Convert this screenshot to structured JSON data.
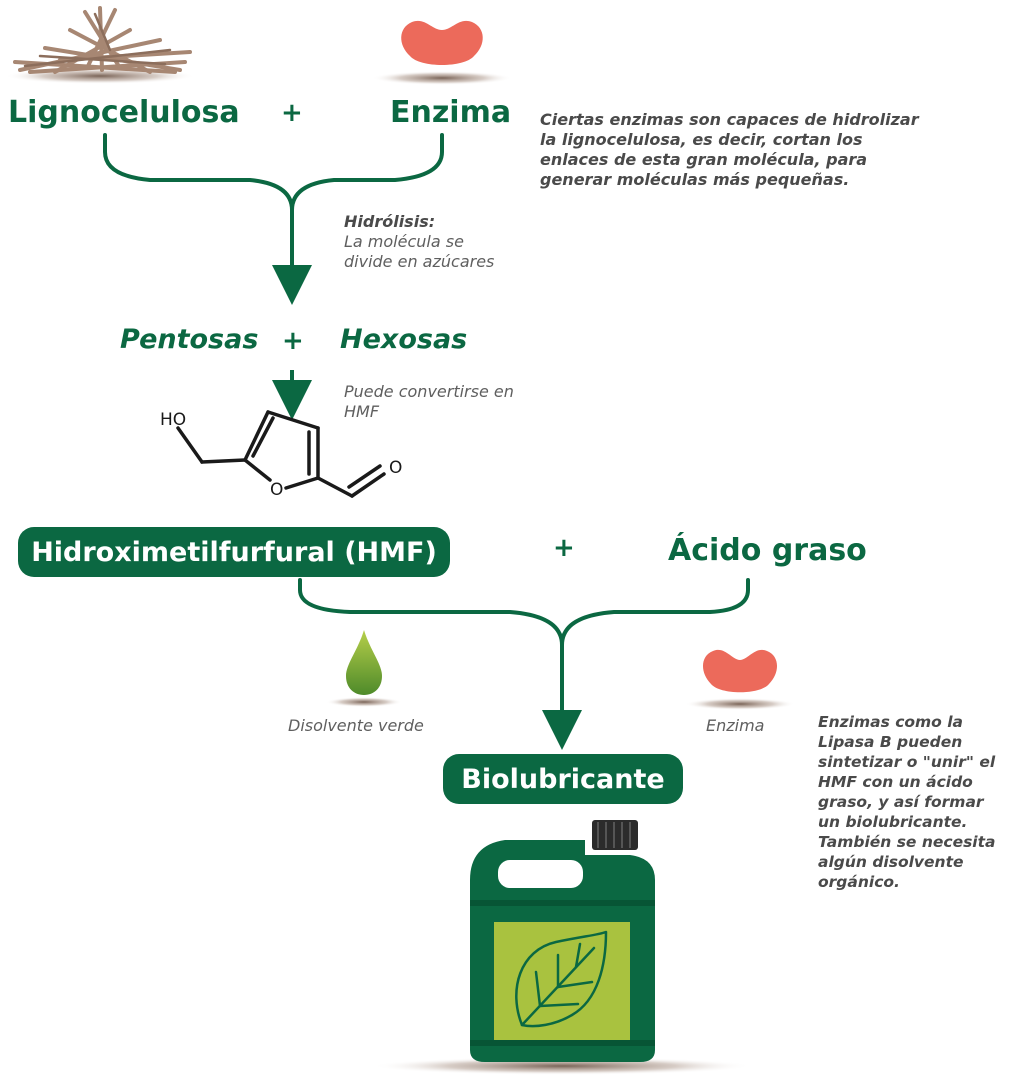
{
  "row1": {
    "left": "Lignocelulosa",
    "plus": "+",
    "right": "Enzima"
  },
  "note_enzima": "Ciertas enzimas son capaces de hidrolizar la lignocelulosa, es decir, cortan los enlaces de esta gran molécula, para generar moléculas más pequeñas.",
  "hydrolysis": {
    "title": "Hidrólisis:",
    "text": "La molécula se divide en azúcares"
  },
  "row2": {
    "left": "Pentosas",
    "plus": "+",
    "right": "Hexosas"
  },
  "hmf_note": "Puede convertirse en HMF",
  "molecule": {
    "ho": "HO",
    "o_ring": "O",
    "o_ald": "O"
  },
  "row3": {
    "left": "Hidroximetilfurfural (HMF)",
    "plus": "+",
    "right": "Ácido graso"
  },
  "solvent_label": "Disolvente verde",
  "enzyme_label": "Enzima",
  "product": "Biolubricante",
  "note_lipasa": "Enzimas como la Lipasa B pueden sintetizar o \"unir\" el HMF con un ácido graso, y así formar un biolubricante. También se necesita algún disolvente orgánico.",
  "colors": {
    "green": "#0b6842",
    "enzyme": "#ec6a5b",
    "label_bg": "#a9c23f",
    "wood": "#a78773"
  }
}
